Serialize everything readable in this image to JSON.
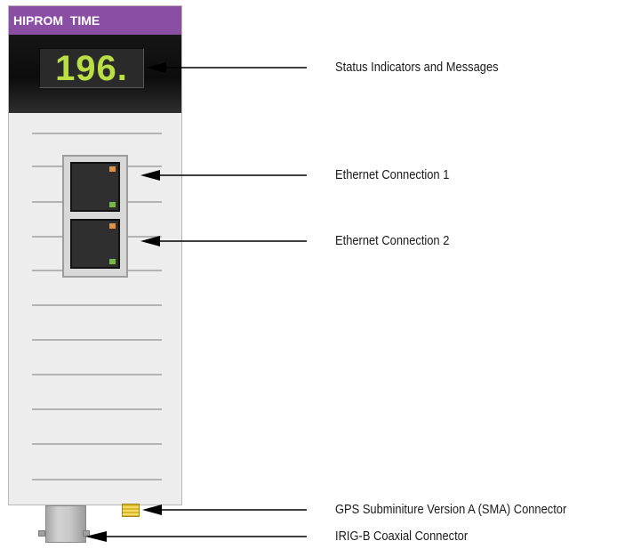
{
  "device": {
    "header_label": "HIPROM  TIME",
    "display_value": "196."
  },
  "callouts": [
    {
      "label": "Status Indicators and Messages"
    },
    {
      "label": "Ethernet Connection 1"
    },
    {
      "label": "Ethernet Connection 2"
    },
    {
      "label": "GPS Subminiture Version A (SMA) Connector"
    },
    {
      "label": "IRIG-B Coaxial Connector"
    }
  ],
  "colors": {
    "header": "#8a4fa4",
    "display_digits": "#b9df45",
    "activity_led": "#e8903a",
    "link_led": "#78bb3c"
  }
}
